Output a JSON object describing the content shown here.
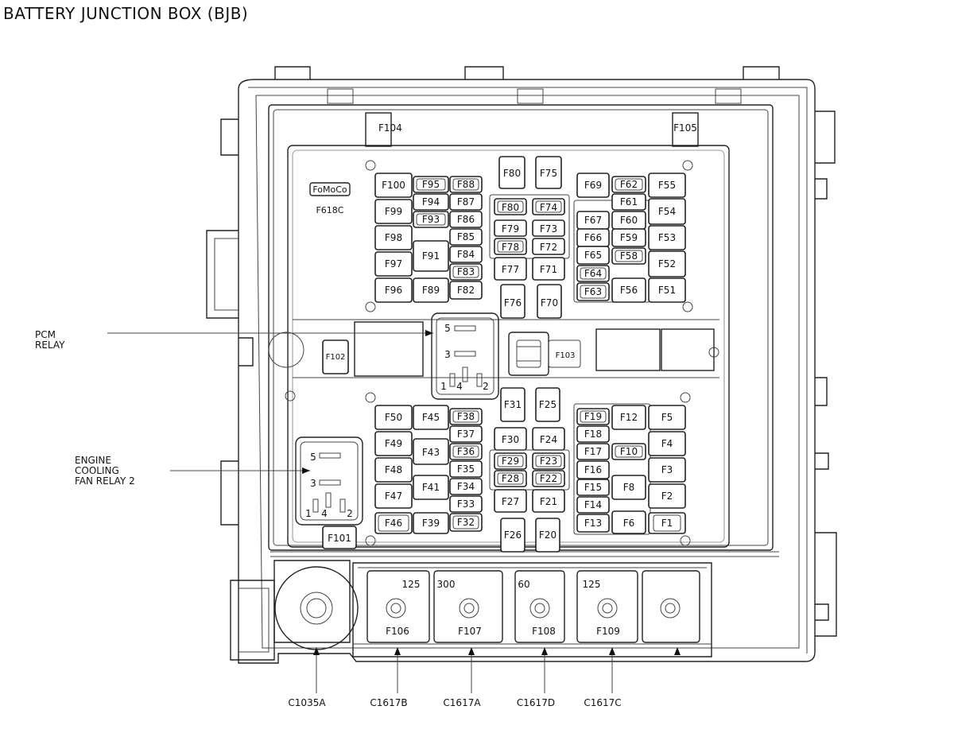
{
  "title": "BATTERY JUNCTION BOX (BJB)",
  "logo": "FoMoCo",
  "part_number": "F618C",
  "callouts": {
    "pcm_relay": [
      "PCM",
      "RELAY"
    ],
    "engine_fan_relay": [
      "ENGINE",
      "COOLING",
      "FAN RELAY 2"
    ]
  },
  "relay_pins": {
    "p5": "5",
    "p3": "3",
    "p1": "1",
    "p4": "4",
    "p2": "2"
  },
  "connectors": [
    "C1035A",
    "C1617B",
    "C1617A",
    "C1617D",
    "C1617C"
  ],
  "mega_fuses": [
    {
      "id": "F106",
      "rating": "125"
    },
    {
      "id": "F107",
      "rating": "300"
    },
    {
      "id": "F108",
      "rating": "60"
    },
    {
      "id": "F109",
      "rating": "125"
    }
  ],
  "fuses": {
    "f104": "F104",
    "f105": "F105",
    "f102": "F102",
    "f103": "F103",
    "f101": "F101",
    "top_left": [
      "F100",
      "F99",
      "F98",
      "F97",
      "F96",
      "F95",
      "F94",
      "F93",
      "F91",
      "F89",
      "F88",
      "F87",
      "F86",
      "F85",
      "F84",
      "F83",
      "F82"
    ],
    "top_center": [
      "F80",
      "F75",
      "F80",
      "F74",
      "F79",
      "F73",
      "F78",
      "F72",
      "F77",
      "F71",
      "F76",
      "F70"
    ],
    "top_right": [
      "F69",
      "F62",
      "F61",
      "F67",
      "F60",
      "F66",
      "F59",
      "F65",
      "F58",
      "F64",
      "F63",
      "F56",
      "F55",
      "F54",
      "F53",
      "F52",
      "F51"
    ],
    "bottom_left": [
      "F50",
      "F45",
      "F38",
      "F49",
      "F37",
      "F43",
      "F36",
      "F48",
      "F35",
      "F41",
      "F34",
      "F47",
      "F33",
      "F46",
      "F39",
      "F32"
    ],
    "bottom_center": [
      "F31",
      "F25",
      "F30",
      "F24",
      "F29",
      "F23",
      "F28",
      "F22",
      "F27",
      "F21",
      "F26",
      "F20"
    ],
    "bottom_right": [
      "F19",
      "F12",
      "F5",
      "F18",
      "F4",
      "F17",
      "F10",
      "F16",
      "F3",
      "F15",
      "F8",
      "F14",
      "F2",
      "F13",
      "F6",
      "F1"
    ]
  }
}
